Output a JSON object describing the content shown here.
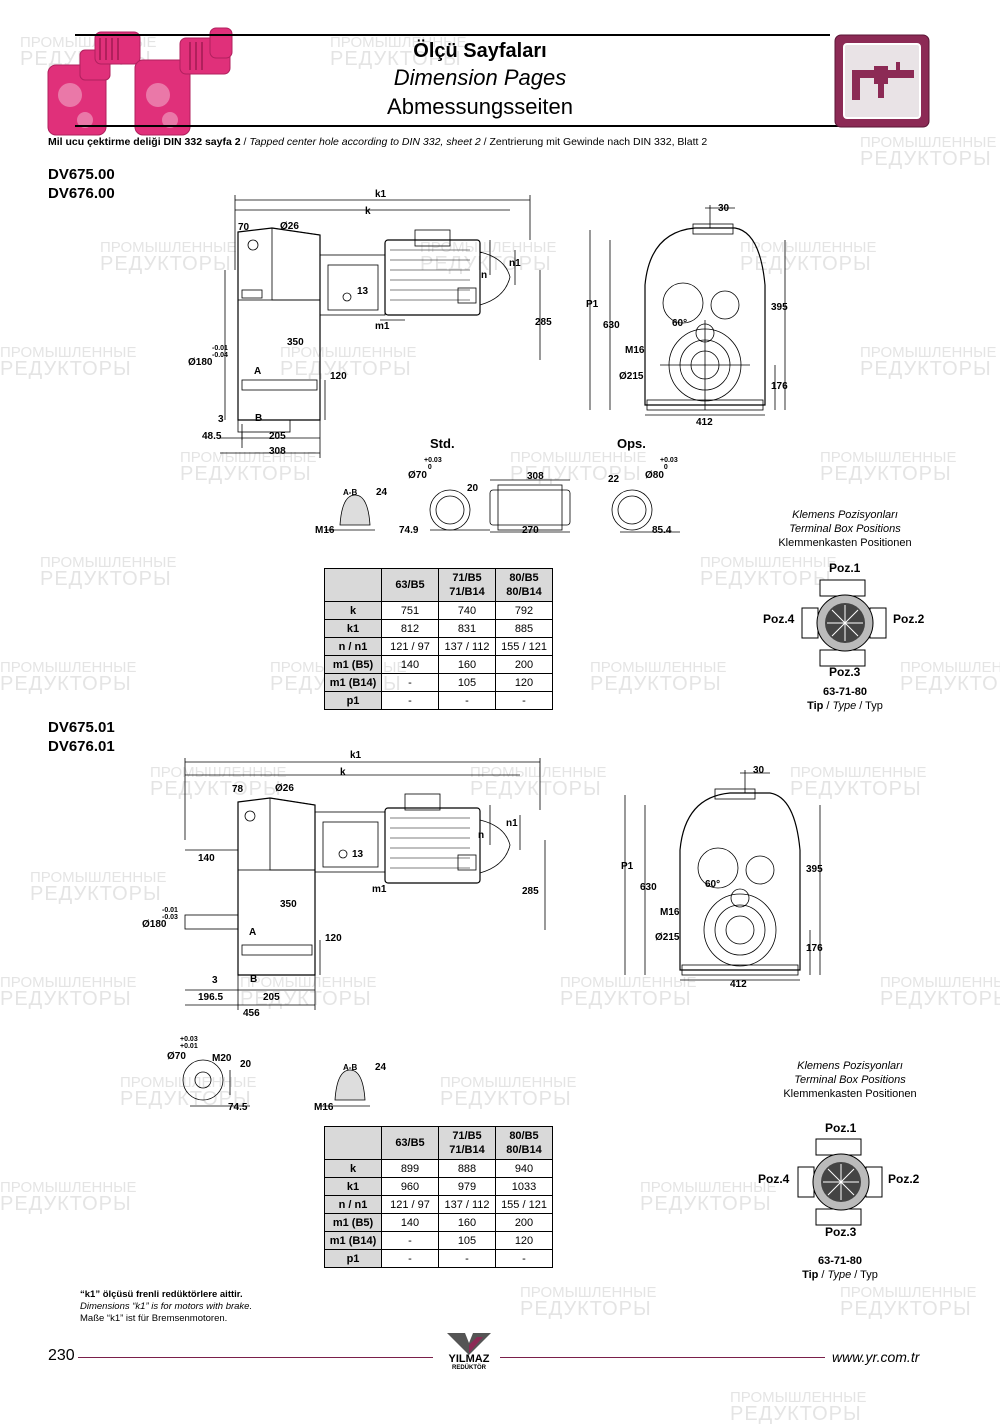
{
  "header": {
    "title_tr": "Ölçü Sayfaları",
    "title_en": "Dimension Pages",
    "title_de": "Abmessungsseiten"
  },
  "note": {
    "tr": "Mil ucu çektirme deliği DIN 332 sayfa 2",
    "en": "Tapped center hole according to DIN 332, sheet 2",
    "de": "Zentrierung mit Gewinde nach DIN 332, Blatt 2",
    "sep": "/"
  },
  "watermark": {
    "line1": "ПРОМЫШЛЕННЫЕ",
    "line2": "РЕДУКТОРЫ"
  },
  "section1": {
    "model_a": "DV675.00",
    "model_b": "DV676.00",
    "dims_side": [
      "k1",
      "k",
      "70",
      "Ø26",
      "n",
      "n1",
      "13",
      "285",
      "m1",
      "350",
      "Ø180",
      "-0.01",
      "-0.04",
      "A",
      "120",
      "3",
      "B",
      "48.5",
      "205",
      "308"
    ],
    "dims_front": [
      "30",
      "P1",
      "630",
      "60°",
      "395",
      "M16",
      "Ø215",
      "176",
      "412"
    ],
    "std_label": "Std.",
    "ops_label": "Ops.",
    "dims_shaft": [
      "A-B",
      "24",
      "M16",
      "Ø70",
      "+0.03",
      "0",
      "20",
      "74.9",
      "308",
      "270",
      "22",
      "Ø80",
      "+0.03",
      "0",
      "85.4"
    ],
    "table": {
      "headers": [
        "63/B5",
        "71/B5\n71/B14",
        "80/B5\n80/B14"
      ],
      "rows": [
        {
          "label": "k",
          "values": [
            "751",
            "740",
            "792"
          ]
        },
        {
          "label": "k1",
          "values": [
            "812",
            "831",
            "885"
          ]
        },
        {
          "label": "n / n1",
          "values": [
            "121 / 97",
            "137 / 112",
            "155 / 121"
          ]
        },
        {
          "label": "m1 (B5)",
          "values": [
            "140",
            "160",
            "200"
          ]
        },
        {
          "label": "m1 (B14)",
          "values": [
            "-",
            "105",
            "120"
          ]
        },
        {
          "label": "p1",
          "values": [
            "-",
            "-",
            "-"
          ]
        }
      ]
    },
    "terminal": {
      "tr": "Klemens Pozisyonları",
      "en": "Terminal Box Positions",
      "de": "Klemmenkasten Positionen",
      "poz1": "Poz.1",
      "poz2": "Poz.2",
      "poz3": "Poz.3",
      "poz4": "Poz.4",
      "types": "63-71-80",
      "tip": "Tip",
      "type": "Type",
      "typ": "Typ"
    }
  },
  "section2": {
    "model_a": "DV675.01",
    "model_b": "DV676.01",
    "dims_side": [
      "k1",
      "k",
      "78",
      "Ø26",
      "n",
      "n1",
      "13",
      "285",
      "m1",
      "140",
      "350",
      "Ø180",
      "-0.01",
      "-0.03",
      "A",
      "120",
      "3",
      "B",
      "196.5",
      "205",
      "456"
    ],
    "dims_front": [
      "30",
      "P1",
      "630",
      "60°",
      "395",
      "M16",
      "Ø215",
      "176",
      "412"
    ],
    "dims_shaft": [
      "+0.03",
      "+0.01",
      "Ø70",
      "M20",
      "20",
      "74.5",
      "A-B",
      "24",
      "M16"
    ],
    "table": {
      "headers": [
        "63/B5",
        "71/B5\n71/B14",
        "80/B5\n80/B14"
      ],
      "rows": [
        {
          "label": "k",
          "values": [
            "899",
            "888",
            "940"
          ]
        },
        {
          "label": "k1",
          "values": [
            "960",
            "979",
            "1033"
          ]
        },
        {
          "label": "n / n1",
          "values": [
            "121 / 97",
            "137 / 112",
            "155 / 121"
          ]
        },
        {
          "label": "m1 (B5)",
          "values": [
            "140",
            "160",
            "200"
          ]
        },
        {
          "label": "m1 (B14)",
          "values": [
            "-",
            "105",
            "120"
          ]
        },
        {
          "label": "p1",
          "values": [
            "-",
            "-",
            "-"
          ]
        }
      ]
    },
    "terminal": {
      "tr": "Klemens Pozisyonları",
      "en": "Terminal Box Positions",
      "de": "Klemmenkasten Positionen",
      "poz1": "Poz.1",
      "poz2": "Poz.2",
      "poz3": "Poz.3",
      "poz4": "Poz.4",
      "types": "63-71-80",
      "tip": "Tip",
      "type": "Type",
      "typ": "Typ"
    }
  },
  "footnote": {
    "tr": "“k1” ölçüsü frenli redüktörlere aittir.",
    "en": "Dimensions “k1” is for motors with brake.",
    "de": "Maße “k1” ist für Bremsenmotoren."
  },
  "footer": {
    "page_number": "230",
    "brand": "YILMAZ",
    "brand_sub": "REDÜKTÖR",
    "url": "www.yr.com.tr"
  },
  "colors": {
    "accent": "#7a1f4a",
    "product_pink": "#e0307a",
    "icon_bg": "#8c2a55"
  }
}
